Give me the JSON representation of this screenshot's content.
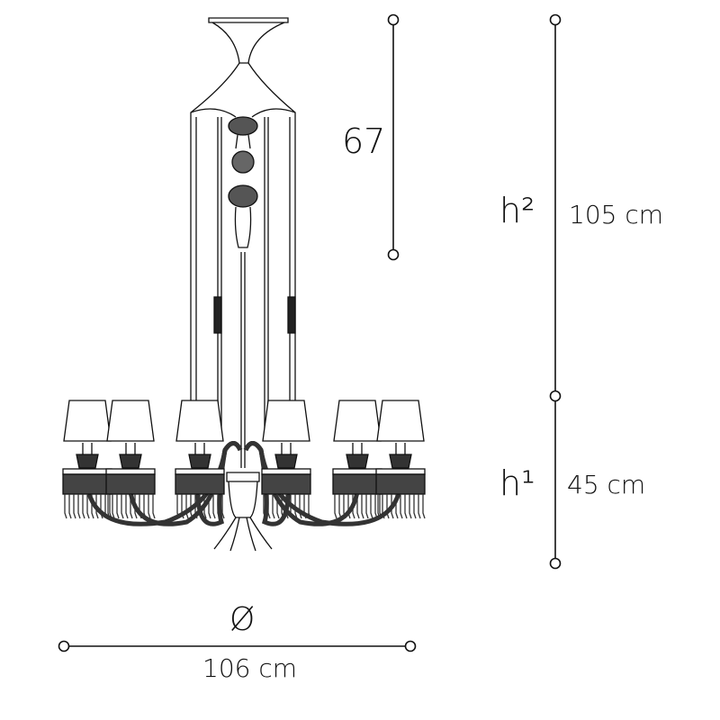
{
  "dimensions": {
    "top_segment": {
      "value": "67"
    },
    "h2": {
      "label": "h²",
      "value": "105 cm"
    },
    "h1": {
      "label": "h¹",
      "value": "45 cm"
    },
    "diameter": {
      "label": "Ø",
      "value": "106 cm"
    }
  },
  "colors": {
    "line": "#111111",
    "fill": "#ffffff"
  }
}
